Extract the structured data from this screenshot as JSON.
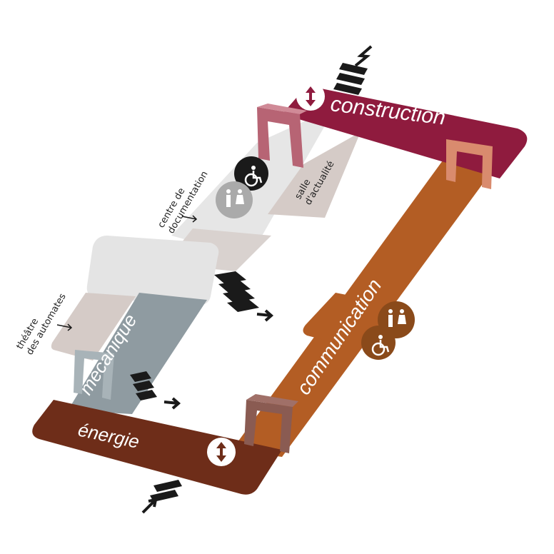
{
  "zones": {
    "construction": {
      "label": "construction",
      "color": "#8f1b3e"
    },
    "communication": {
      "label": "communication",
      "color": "#b35d24"
    },
    "mecanique": {
      "label": "mécanique",
      "color": "#8f9ba1"
    },
    "energie": {
      "label": "énergie",
      "color": "#6e2d19"
    }
  },
  "rooms": {
    "salle_actualite": {
      "line1": "salle",
      "line2": "d'actualité"
    },
    "centre_documentation": {
      "line1": "centre de",
      "line2": "documentation"
    },
    "theatre_automates": {
      "line1": "théâtre",
      "line2": "des automates"
    }
  },
  "icons": {
    "elevator": "elevator-icon",
    "accessibility": "wheelchair-accessible-icon",
    "toilets": "toilets-icon",
    "entrance": "entrance-arrow-icon",
    "exit": "exit-arrow-icon"
  },
  "colors": {
    "corridor_light": "#e6e6e6",
    "corridor_mid": "#d1c7c3",
    "gate_construction": "#b76474",
    "gate_communication": "#d98b6e",
    "gate_mecanique": "#a8b3b8",
    "gate_energie": "#8a5b52"
  }
}
